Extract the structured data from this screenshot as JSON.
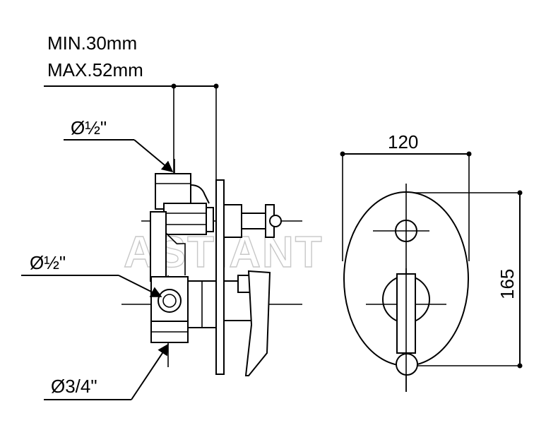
{
  "labels": {
    "min_depth": "MIN.30mm",
    "max_depth": "MAX.52mm",
    "top_inlet": "Ø½\"",
    "side_inlet": "Ø½\"",
    "bottom_outlet": "Ø3/4\"",
    "width_dim": "120",
    "height_dim": "165"
  },
  "watermark": "ASTIANT"
}
